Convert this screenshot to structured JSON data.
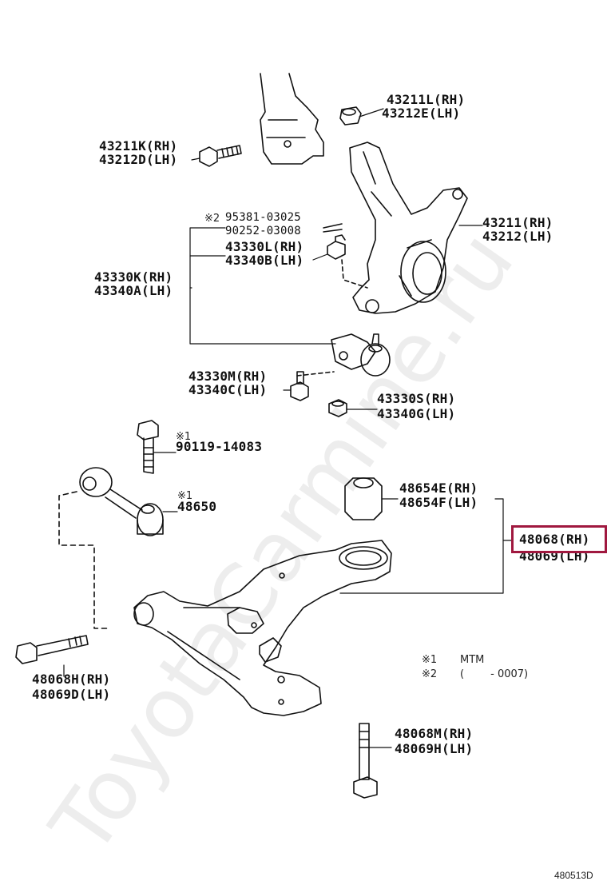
{
  "watermark": "ToyotaCarmine.ru",
  "diagram_code": "480513D",
  "highlight_color": "#a0183f",
  "parts": {
    "p43211L": "43211L(RH)",
    "p43212E": "43212E(LH)",
    "p43211K": "43211K(RH)",
    "p43212D": "43212D(LH)",
    "mark2_95381": "※2",
    "p95381": "95381-03025",
    "p90252": "90252-03008",
    "p43330L": "43330L(RH)",
    "p43340B": "43340B(LH)",
    "p43211": "43211(RH)",
    "p43212": "43212(LH)",
    "p43330K": "43330K(RH)",
    "p43340A": "43340A(LH)",
    "p43330M": "43330M(RH)",
    "p43340C": "43340C(LH)",
    "p43330S": "43330S(RH)",
    "p43340G": "43340G(LH)",
    "mark1_90119": "※1",
    "p90119": "90119-14083",
    "mark1_48650": "※1",
    "p48650": "48650",
    "p48654E": "48654E(RH)",
    "p48654F": "48654F(LH)",
    "p48068": "48068(RH)",
    "p48069": "48069(LH)",
    "p48068H": "48068H(RH)",
    "p48069D": "48069D(LH)",
    "p48068M": "48068M(RH)",
    "p48069H": "48069H(LH)"
  },
  "legend": {
    "n1_mark": "※1",
    "n1_text": "MTM",
    "n2_mark": "※2",
    "n2_text": "(        - 0007)"
  }
}
